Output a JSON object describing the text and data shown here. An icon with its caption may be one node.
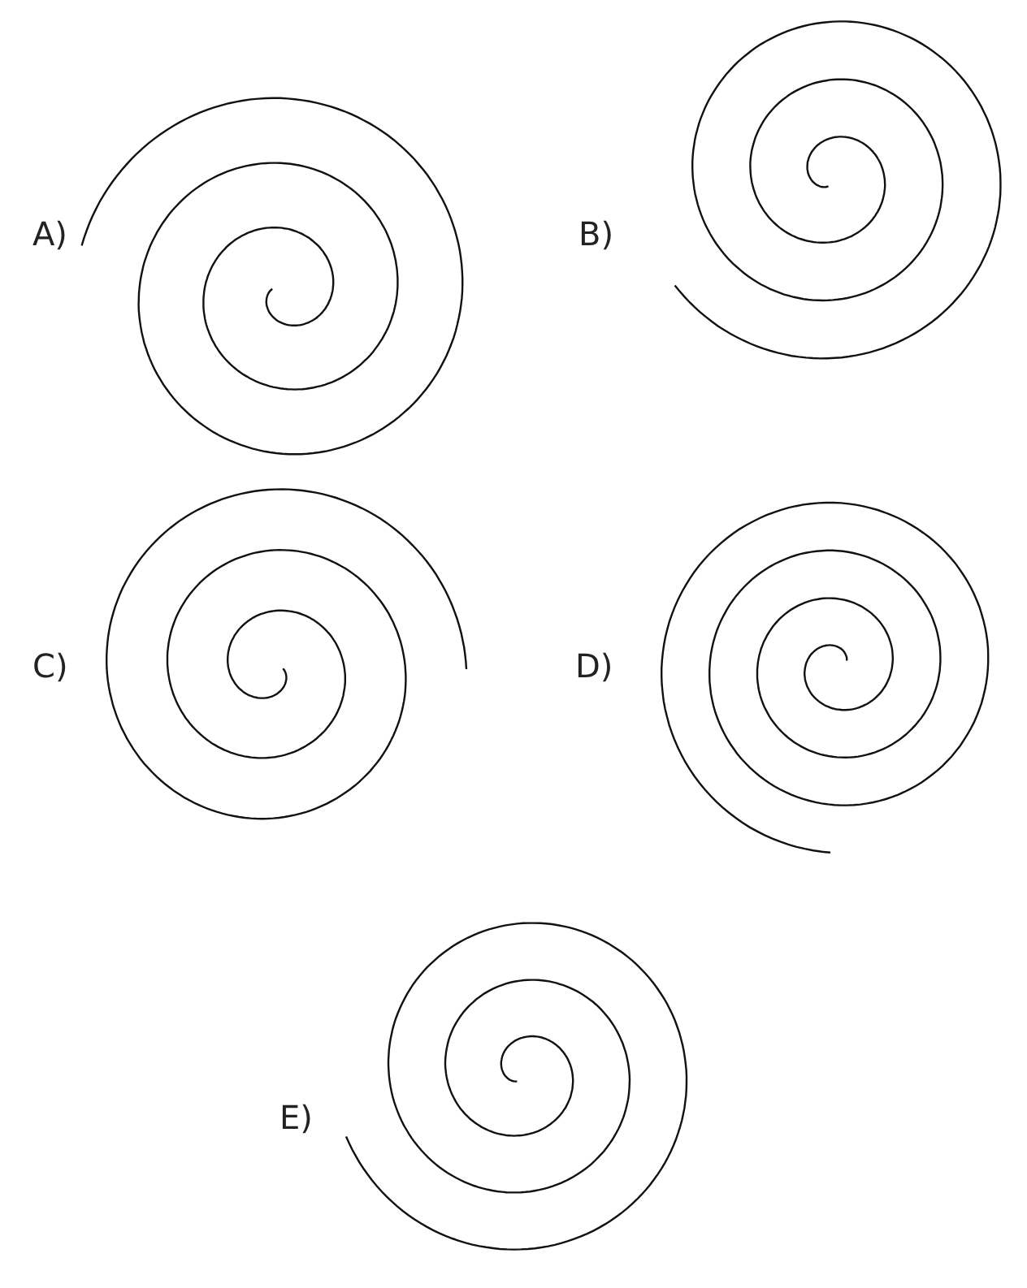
{
  "diagram": {
    "labels": [
      "A)",
      "B)",
      "C)",
      "D)",
      "E)"
    ]
  }
}
